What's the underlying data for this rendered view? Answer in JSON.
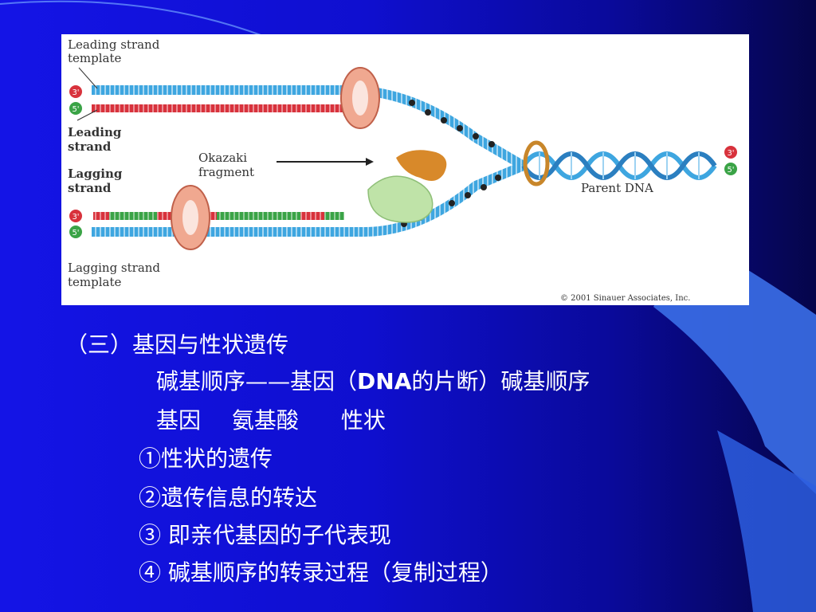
{
  "figure": {
    "labels": {
      "leading_strand_template": [
        "Leading strand",
        "template"
      ],
      "leading_strand": [
        "Leading",
        "strand"
      ],
      "lagging_strand": [
        "Lagging",
        "strand"
      ],
      "okazaki_fragment": [
        "Okazaki",
        "fragment"
      ],
      "lagging_strand_template": [
        "Lagging strand",
        "template"
      ],
      "parent_dna": "Parent DNA",
      "copyright": "© 2001 Sinauer Associates, Inc."
    },
    "end_labels": {
      "three_prime": "3'",
      "five_prime": "5'"
    },
    "colors": {
      "blue_strand": "#3ea6e0",
      "red_strand": "#d8323c",
      "green_strand": "#3aa346",
      "clamp": "#f0a890",
      "primase": "#d8892a",
      "polymerase_green": "#bfe3a8",
      "end_red": "#d8323c",
      "end_green": "#3aa346"
    }
  },
  "text": {
    "heading": "（三）基因与性状遗传",
    "line1_a": "碱基顺序",
    "line1_dash": "——",
    "line1_b": "基因（",
    "line1_dna": "DNA",
    "line1_c": "的片断）碱基顺序",
    "line2_a": "基因",
    "line2_b": "氨基酸",
    "line2_c": "性状",
    "items": [
      "①性状的遗传",
      "②遗传信息的转达",
      "③ 即亲代基因的子代表现",
      "④ 碱基顺序的转录过程（复制过程）"
    ]
  }
}
